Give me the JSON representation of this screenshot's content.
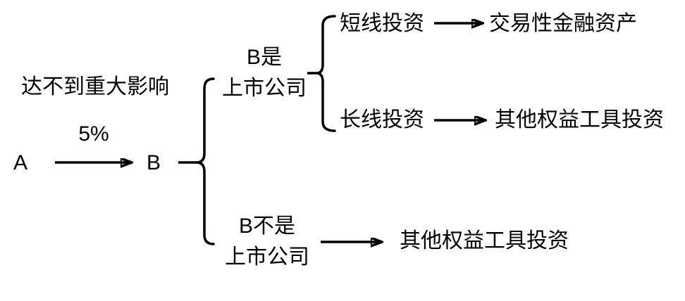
{
  "diagram": {
    "condition_label": "达不到重大影响",
    "ownership_label": "5%",
    "node_a": "A",
    "node_b": "B",
    "listed_branch": {
      "line1": "B是",
      "line2": "上市公司"
    },
    "short_term_label": "短线投资",
    "short_term_result": "交易性金融资产",
    "long_term_label": "长线投资",
    "long_term_result": "其他权益工具投资",
    "unlisted_branch": {
      "line1": "B不是",
      "line2": "上市公司"
    },
    "unlisted_result": "其他权益工具投资"
  },
  "colors": {
    "stroke": "#000000",
    "background": "#ffffff"
  }
}
